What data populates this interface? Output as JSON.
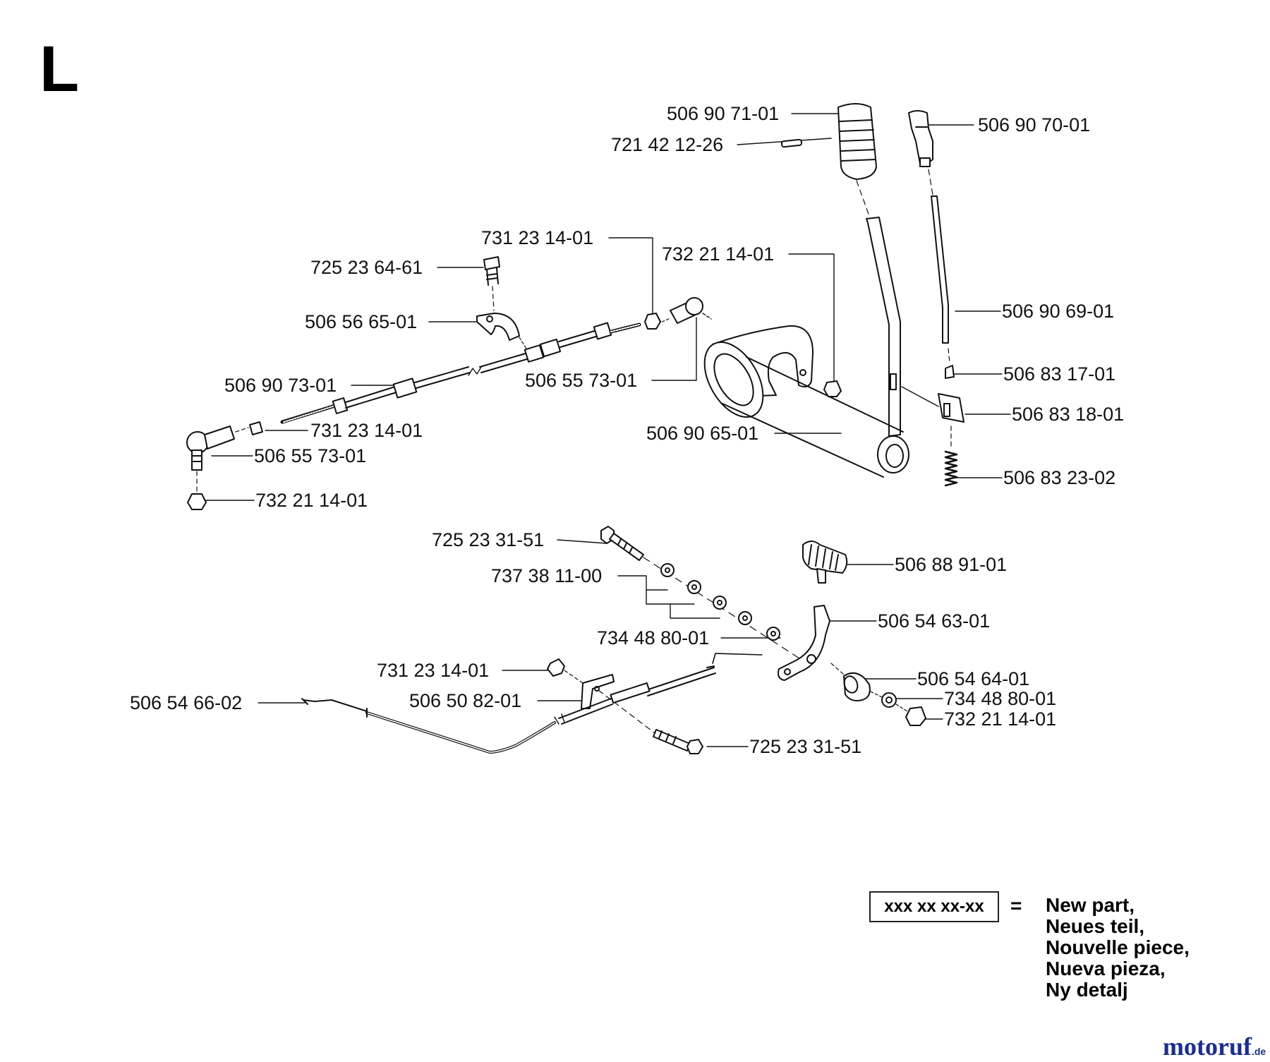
{
  "section_letter": "L",
  "part_labels": [
    "506 90 71-01",
    "721 42 12-26",
    "506 90 70-01",
    "731 23 14-01",
    "732 21 14-01",
    "725 23 64-61",
    "506 56 65-01",
    "506 90 69-01",
    "506 83 17-01",
    "506 90 73-01",
    "506 55 73-01",
    "506 83 18-01",
    "731 23 14-01",
    "506 90 65-01",
    "506 55 73-01",
    "506 83 23-02",
    "732 21 14-01",
    "725 23 31-51",
    "506 88 91-01",
    "737 38 11-00",
    "506 54 63-01",
    "734 48 80-01",
    "731 23 14-01",
    "506 54 64-01",
    "506 54 66-02",
    "506 50 82-01",
    "734 48 80-01",
    "732 21 14-01",
    "725 23 31-51"
  ],
  "legend": {
    "box_text": "xxx xx xx-xx",
    "equals": "=",
    "lines": [
      "New part,",
      "Neues teil,",
      "Nouvelle piece,",
      "Nueva pieza,",
      "Ny detalj"
    ]
  },
  "watermark": {
    "brand": "motoruf",
    "suffix": ".de"
  },
  "colors": {
    "line": "#111111",
    "text": "#111111",
    "watermark": "#1a2e8c"
  }
}
